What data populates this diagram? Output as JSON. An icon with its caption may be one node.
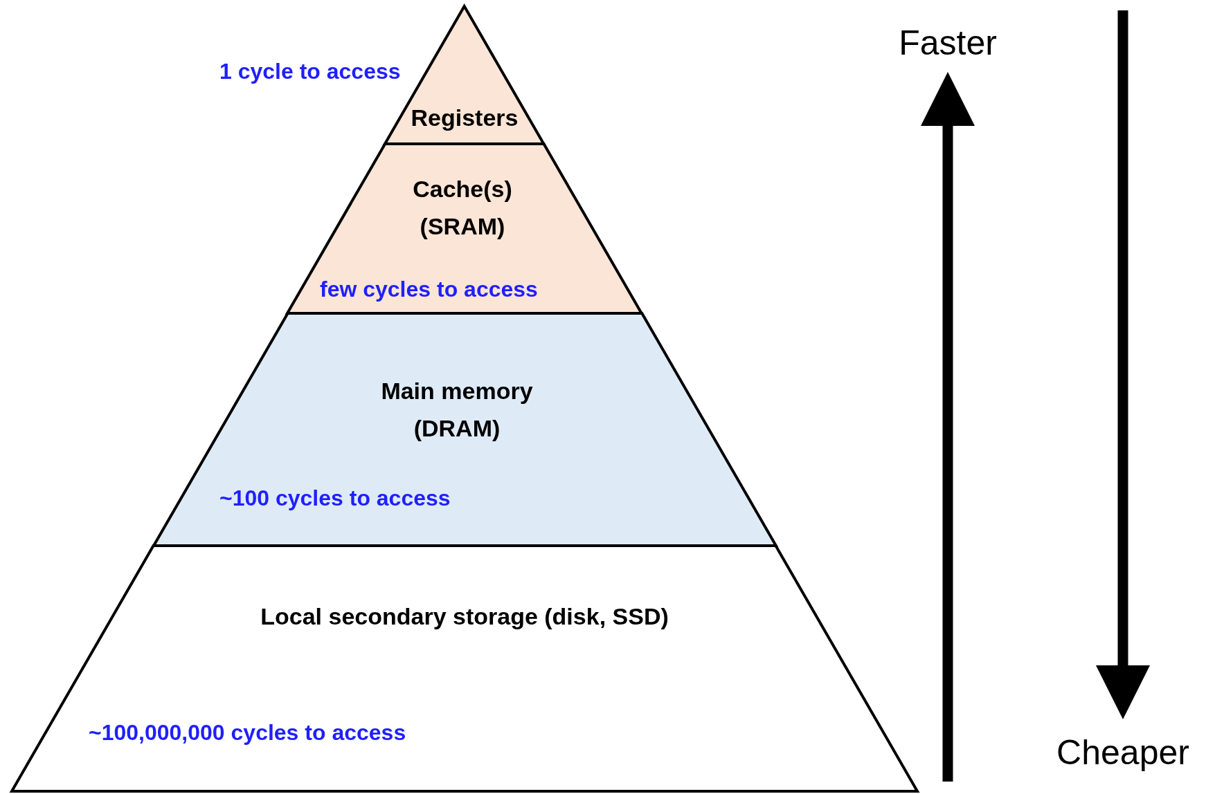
{
  "diagram": {
    "nodes": [
      {
        "text": [
          "Registers"
        ],
        "beside": [
          "1 cycle to access"
        ]
      },
      {
        "text": [
          "Cache(s) (SRAM)",
          "few cycles to access"
        ]
      },
      {
        "text": [
          "Main memory (DRAM)",
          "~100 cycles to access"
        ]
      },
      {
        "text": [
          "Local secondary storage (disk, SSD)",
          "~100,000,000 cycles to access"
        ]
      }
    ],
    "edges": [],
    "labels": [
      "Faster",
      "Cheaper"
    ]
  }
}
